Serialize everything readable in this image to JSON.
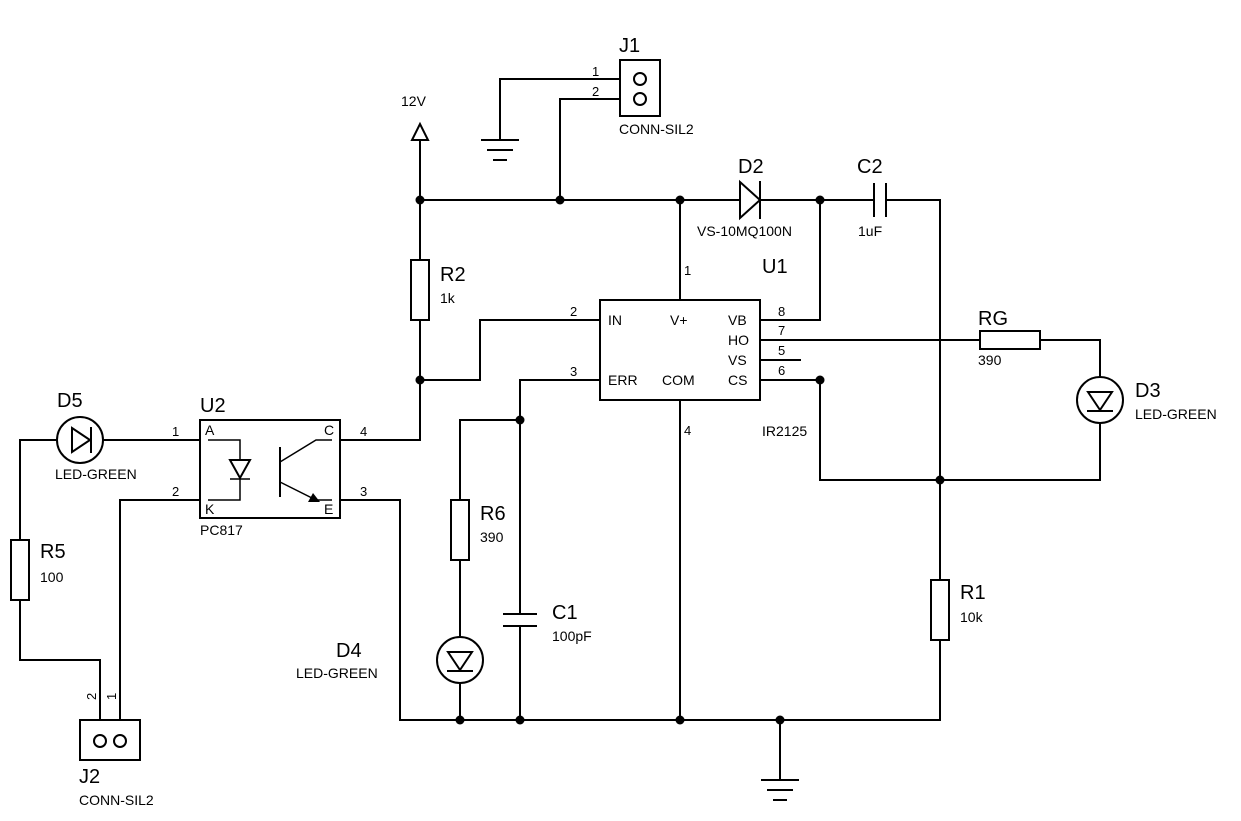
{
  "supply": {
    "label": "12V"
  },
  "components": {
    "J1": {
      "ref": "J1",
      "value": "CONN-SIL2",
      "pins": [
        "1",
        "2"
      ]
    },
    "J2": {
      "ref": "J2",
      "value": "CONN-SIL2",
      "pins": [
        "2",
        "1"
      ]
    },
    "D2": {
      "ref": "D2",
      "value": "VS-10MQ100N"
    },
    "C2": {
      "ref": "C2",
      "value": "1uF"
    },
    "R2": {
      "ref": "R2",
      "value": "1k"
    },
    "U1": {
      "ref": "U1",
      "value": "IR2125",
      "pin_numbers": {
        "vplus": "1",
        "in": "2",
        "err": "3",
        "com": "4",
        "vs": "5",
        "cs": "6",
        "ho": "7",
        "vb": "8"
      },
      "pin_names": {
        "in": "IN",
        "vplus": "V+",
        "vb": "VB",
        "ho": "HO",
        "vs": "VS",
        "err": "ERR",
        "com": "COM",
        "cs": "CS"
      }
    },
    "RG": {
      "ref": "RG",
      "value": "390"
    },
    "D3": {
      "ref": "D3",
      "value": "LED-GREEN"
    },
    "D5": {
      "ref": "D5",
      "value": "LED-GREEN"
    },
    "U2": {
      "ref": "U2",
      "value": "PC817",
      "pin_numbers": {
        "a": "1",
        "k": "2",
        "e": "3",
        "c": "4"
      },
      "pin_names": {
        "a": "A",
        "k": "K",
        "c": "C",
        "e": "E"
      }
    },
    "R5": {
      "ref": "R5",
      "value": "100"
    },
    "R6": {
      "ref": "R6",
      "value": "390"
    },
    "C1": {
      "ref": "C1",
      "value": "100pF"
    },
    "D4": {
      "ref": "D4",
      "value": "LED-GREEN"
    },
    "R1": {
      "ref": "R1",
      "value": "10k"
    }
  }
}
